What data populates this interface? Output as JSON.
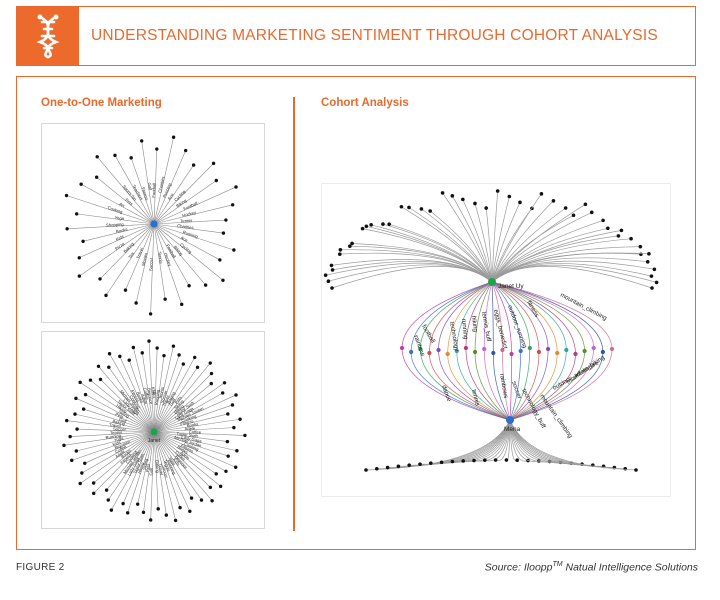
{
  "header": {
    "title": "UNDERSTANDING MARKETING SENTIMENT THROUGH COHORT ANALYSIS",
    "logo_icon": "dna-helix-icon",
    "accent_color": "#ec6a2c"
  },
  "left_panel": {
    "heading": "One-to-One Marketing",
    "network1": {
      "center_label": "",
      "labels": [
        "Charities",
        "Running",
        "Ace",
        "Cycling",
        "Biking",
        "Football",
        "Hockey",
        "Tennis",
        "Soccer",
        "Movies",
        "Travel",
        "Tea",
        "Baking",
        "Pizza",
        "Kids",
        "Books",
        "Shopping",
        "Yoga",
        "Cooking",
        "Art",
        "Pets",
        "Sports fan",
        "Teachers",
        "Fitness",
        "Golf",
        "Football"
      ]
    },
    "network2": {
      "center_label": "Janet",
      "labels": [
        "Taylor Swift",
        "Lady Gaga",
        "Michael Jordan",
        "Cooking",
        "Fitness",
        "Books",
        "Adele",
        "Coffee",
        "Beyonce",
        "Kids",
        "Yoga",
        "Running",
        "Tennis",
        "Soccer",
        "Travel",
        "Baking",
        "Golf",
        "Pets",
        "Skiing",
        "Hiking"
      ]
    }
  },
  "right_panel": {
    "heading": "Cohort Analysis",
    "network": {
      "node_top": "Janet Uy",
      "node_bottom": "Mena",
      "shared_labels": [
        "mountain_climbing",
        "fitness",
        "outdoor_running",
        "eggs_benedict",
        "tennis_buff",
        "hiking",
        "running",
        "technology",
        "football",
        "rainbow",
        "rainbows",
        "soccer",
        "technology_buff",
        "mountain_climbing",
        "outdoor_adventure",
        "mountain_biking",
        "tennis",
        "dance"
      ]
    }
  },
  "footer": {
    "figure_label": "FIGURE 2",
    "source_prefix": "Source: Iloopp",
    "source_tm": "TM",
    "source_suffix": " Natual Intelligence Solutions"
  }
}
